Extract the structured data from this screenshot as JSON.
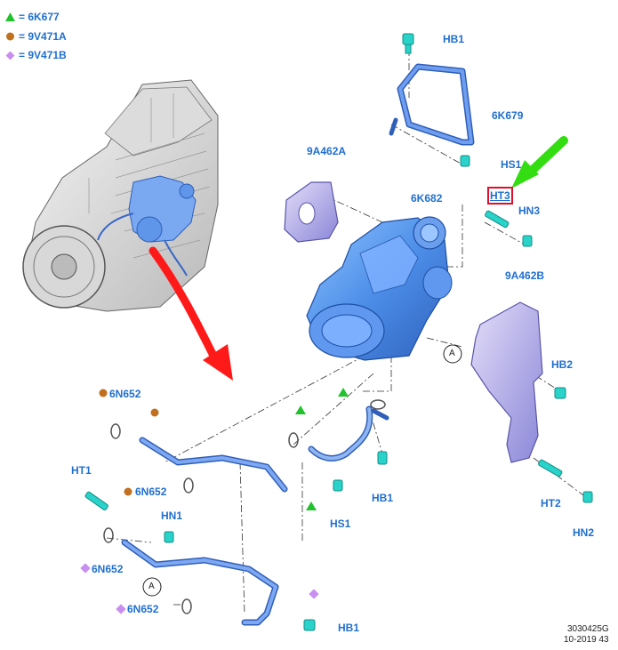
{
  "legend": [
    {
      "marker": "triangle",
      "color": "#22c22e",
      "text": "= 6K677"
    },
    {
      "marker": "circle",
      "color": "#c0701e",
      "text": "= 9V471A"
    },
    {
      "marker": "diamond",
      "color": "#c98ff0",
      "text": "= 9V471B"
    }
  ],
  "colors": {
    "label": "#1f6fd0",
    "part": "#5b8ee6",
    "part_dark": "#2f5fb8",
    "hardware": "#29d3c9",
    "arrow_red": "#ff1a1a",
    "arrow_green": "#33dd11",
    "highlight": "#e0102a"
  },
  "labels": {
    "hb1_top": "HB1",
    "k679": "6K679",
    "hs1_top": "HS1",
    "a462a": "9A462A",
    "k682": "6K682",
    "ht3": "HT3",
    "hn3": "HN3",
    "a462b": "9A462B",
    "hb2": "HB2",
    "ht2": "HT2",
    "hn2": "HN2",
    "callout_a_right": "A",
    "n652_1": "6N652",
    "n652_2": "6N652",
    "n652_3": "6N652",
    "n652_4": "6N652",
    "ht1": "HT1",
    "hn1": "HN1",
    "hb1_mid": "HB1",
    "hs1_mid": "HS1",
    "hb1_bot": "HB1",
    "callout_a_left": "A"
  },
  "footer": {
    "code": "3030425G",
    "date": "10-2019 43"
  }
}
